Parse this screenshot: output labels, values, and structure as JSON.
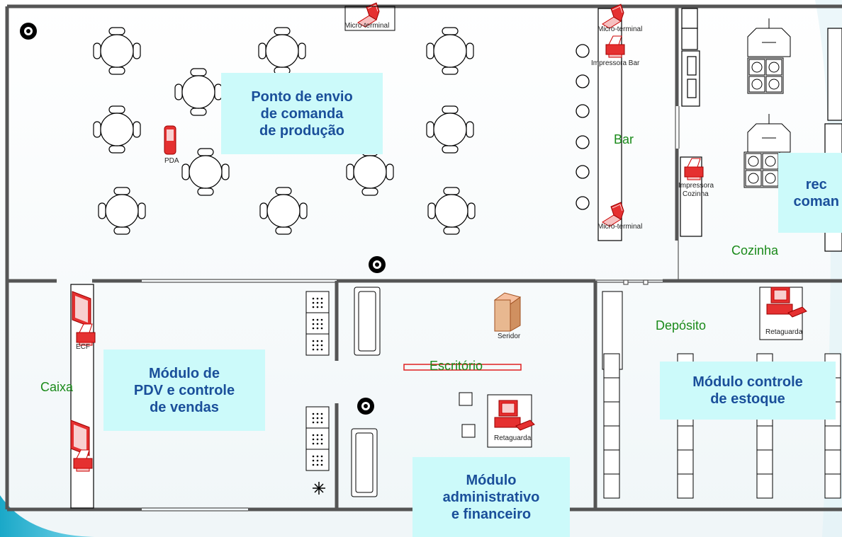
{
  "callouts": {
    "producao": "Ponto de envio\nde comanda\nde produção",
    "recepcao": "rec\ncoman",
    "pdv": "Módulo de\nPDV e controle\nde vendas",
    "estoque": "Módulo controle\nde estoque",
    "admin": "Módulo\nadministrativo\ne financeiro"
  },
  "rooms": {
    "bar": "Bar",
    "cozinha": "Cozinha",
    "caixa": "Caixa",
    "escritorio": "Escritório",
    "deposito": "Depósito"
  },
  "devices": {
    "micro_terminal": "Micro-terminal",
    "impressora_bar": "Impressora Bar",
    "impressora_cozinha_1": "Impressora",
    "impressora_cozinha_2": "Cozinha",
    "pda": "PDA",
    "ecf": "ECF",
    "servidor": "Seridor",
    "retaguarda": "Retaguarda"
  },
  "colors": {
    "callout_bg": "#ccfafa",
    "callout_text": "#1a4f9a",
    "room_text": "#1a8a1a",
    "device_red": "#e02020",
    "wall": "#555555"
  }
}
